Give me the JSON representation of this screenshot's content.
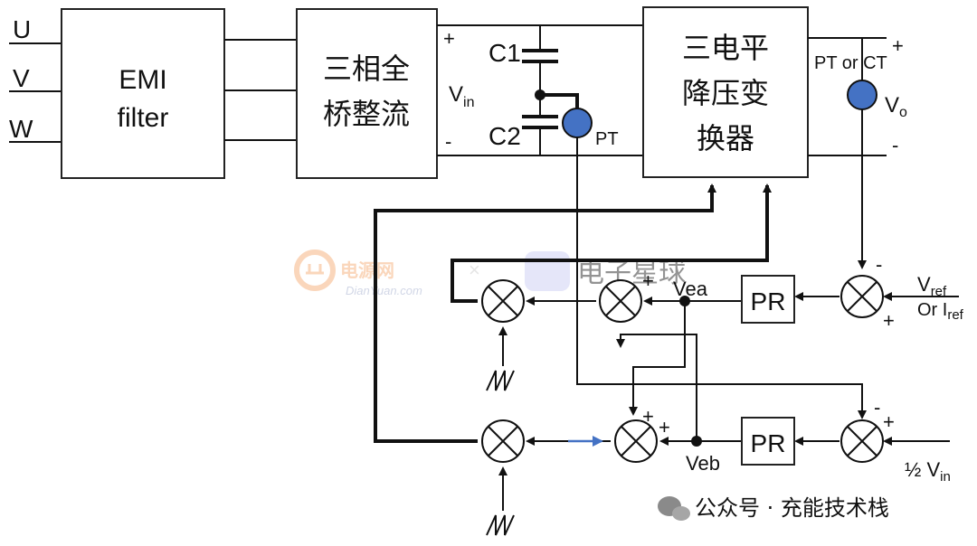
{
  "inputs": {
    "u": "U",
    "v": "V",
    "w": "W"
  },
  "blocks": {
    "emi_line1": "EMI",
    "emi_line2": "filter",
    "rect_line1": "三相全",
    "rect_line2": "桥整流",
    "conv_line1": "三电平",
    "conv_line2": "降压变",
    "conv_line3": "换器",
    "pr_top": "PR",
    "pr_bottom": "PR"
  },
  "labels": {
    "vin_main": "V",
    "vin_sub": "in",
    "c1": "C1",
    "c2": "C2",
    "pt_mid": "PT",
    "pt_or_ct": "PT or CT",
    "vo_main": "V",
    "vo_sub": "o",
    "vea": "Vea",
    "veb": "Veb",
    "vref_main": "V",
    "vref_sub": "ref",
    "iref_prefix": "Or I",
    "iref_sub": "ref",
    "half_vin_main": "½ V",
    "half_vin_sub": "in",
    "plus": "+",
    "minus": "-"
  },
  "watermarks": {
    "dianyuan_cn": "电源网",
    "dianyuan_en": "DianYuan.com",
    "x_mark": "×",
    "partner_cn": "电子星球",
    "wechat": "公众号 · 充能技术栈"
  },
  "colors": {
    "sensor": "#4472c4",
    "wire": "#111111",
    "arrow_blue": "#4472c4",
    "watermark_orange": "#f5a66a"
  }
}
